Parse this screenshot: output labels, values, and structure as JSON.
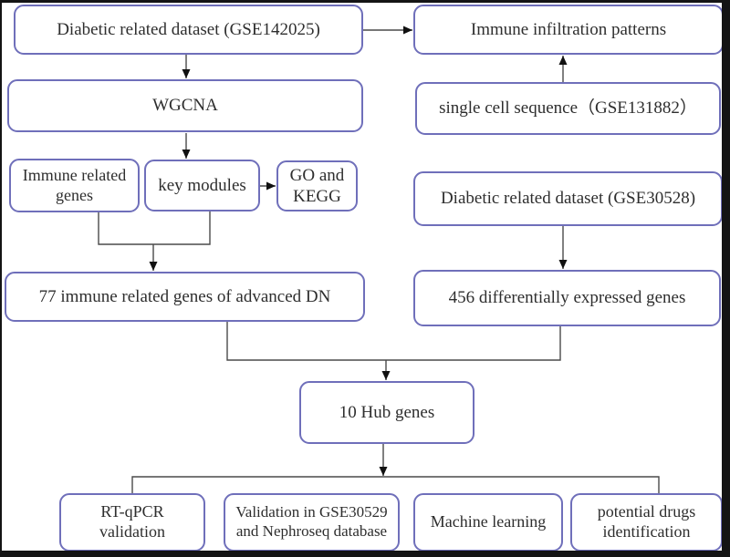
{
  "diagram": {
    "title": "Study workflow flowchart",
    "boxes": {
      "gse142025": "Diabetic related dataset (GSE142025)",
      "immune_infiltration": "Immune infiltration patterns",
      "wgcna": "WGCNA",
      "single_cell": "single cell sequence（GSE131882）",
      "immune_related_genes": "Immune related genes",
      "key_modules": "key modules",
      "go_kegg": "GO and KEGG",
      "gse30528": "Diabetic related dataset (GSE30528)",
      "advanced_dn_genes": "77 immune related genes of advanced DN",
      "deg": "456 differentially expressed genes",
      "hub_genes": "10 Hub genes",
      "rt_qpcr": "RT-qPCR validation",
      "validation_db": "Validation in GSE30529 and Nephroseq database",
      "machine_learning": "Machine learning",
      "potential_drugs": "potential drugs identification"
    },
    "edges": [
      {
        "from": "gse142025",
        "to": "immune_infiltration",
        "arrow": true
      },
      {
        "from": "gse142025",
        "to": "wgcna",
        "arrow": true
      },
      {
        "from": "single_cell",
        "to": "immune_infiltration",
        "arrow": true
      },
      {
        "from": "wgcna",
        "to": "key_modules",
        "arrow": true
      },
      {
        "from": "key_modules",
        "to": "go_kegg",
        "arrow": true
      },
      {
        "from": "immune_related_genes",
        "to": "advanced_dn_genes",
        "arrow": true
      },
      {
        "from": "key_modules",
        "to": "advanced_dn_genes",
        "arrow": true
      },
      {
        "from": "gse30528",
        "to": "deg",
        "arrow": true
      },
      {
        "from": "advanced_dn_genes",
        "to": "hub_genes",
        "arrow": true
      },
      {
        "from": "deg",
        "to": "hub_genes",
        "arrow": true
      },
      {
        "from": "hub_genes",
        "to": "rt_qpcr",
        "arrow": false
      },
      {
        "from": "hub_genes",
        "to": "validation_db",
        "arrow": false
      },
      {
        "from": "hub_genes",
        "to": "machine_learning",
        "arrow": false
      },
      {
        "from": "hub_genes",
        "to": "potential_drugs",
        "arrow": false
      }
    ],
    "colors": {
      "box_border": "#6f6fba",
      "box_fill": "#ffffff",
      "text": "#2e2e2e",
      "connector": "#4a4a4a",
      "arrowhead": "#111111",
      "frame": "#141414",
      "background": "#ffffff"
    }
  }
}
